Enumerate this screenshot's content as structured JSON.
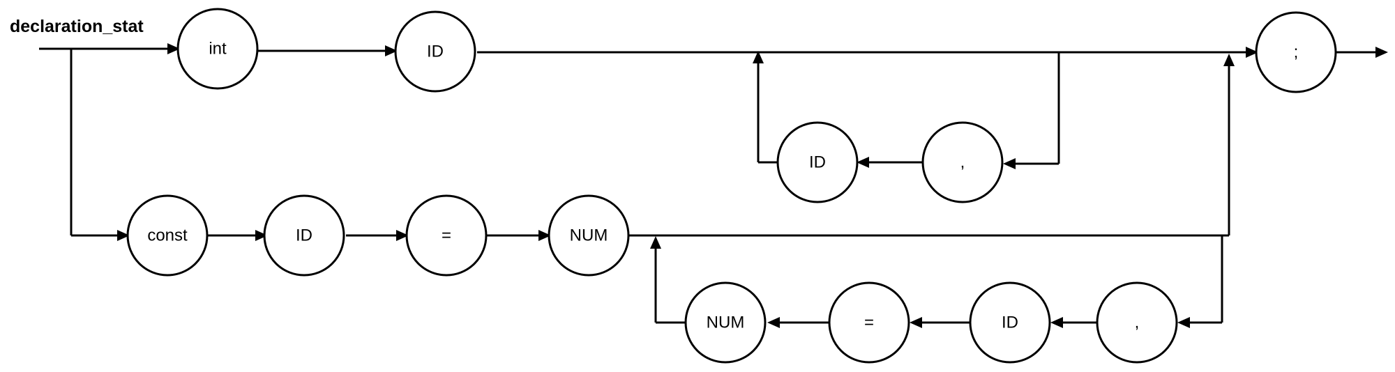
{
  "diagram": {
    "title": "declaration_stat",
    "nodes": {
      "int": "int",
      "id_1": "ID",
      "semicolon": ";",
      "id_loop": "ID",
      "comma_loop": ",",
      "const": "const",
      "id_2": "ID",
      "equals_1": "=",
      "num_1": "NUM",
      "num_loop": "NUM",
      "equals_loop": "=",
      "id_loop_2": "ID",
      "comma_loop_2": ","
    }
  }
}
